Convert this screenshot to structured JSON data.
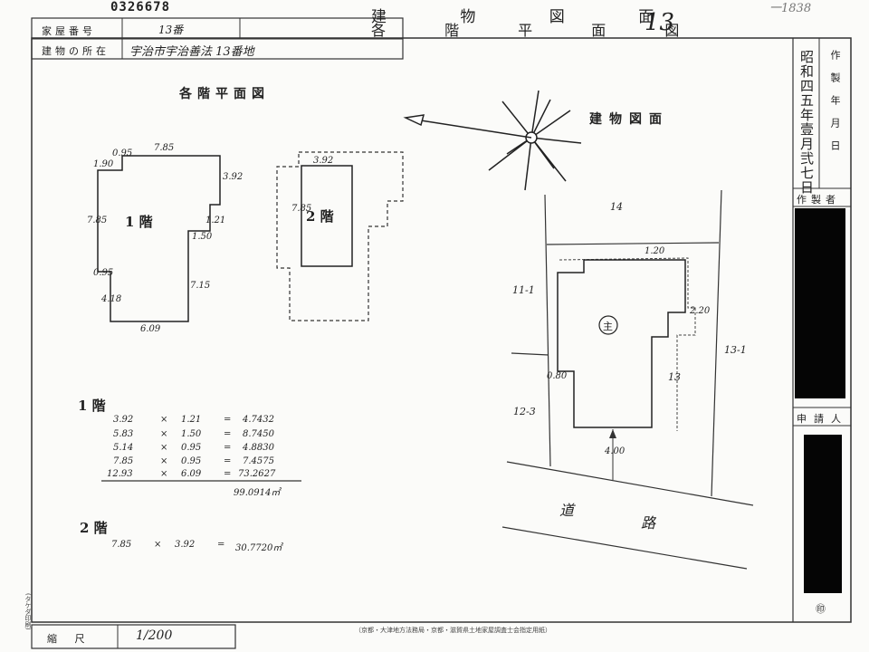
{
  "serial_number": "0326678",
  "top_right_number": "13",
  "corner_stamp": "一1838",
  "title": {
    "line1": "建 物 図 面",
    "line2": "各 階 平 面 図"
  },
  "header_table": {
    "house_number_label": "家屋番号",
    "house_number_value": "13番",
    "location_label": "建物の所在",
    "location_value": "宇治市宇治善法 13番地"
  },
  "floor_plan": {
    "heading": "各階平面図",
    "floor1_label": "1 階",
    "floor2_label": "2 階",
    "floor1_dims": [
      "7.85",
      "1.90",
      "0.95",
      "3.92",
      "7.85",
      "1.21",
      "1.50",
      "0.95",
      "4.18",
      "7.15",
      "6.09"
    ],
    "floor2_dims": [
      "3.92",
      "7.85"
    ]
  },
  "building_drawing": {
    "heading": "建物図面",
    "parcels": [
      "14",
      "11-1",
      "13-1",
      "12-3",
      "13"
    ],
    "dims": [
      "1.20",
      "2.20",
      "0.80",
      "4.00"
    ],
    "main_symbol": "主",
    "road_chars": [
      "道",
      "路"
    ]
  },
  "area_calc": {
    "floor1_label": "1 階",
    "floor1_rows": [
      {
        "a": "3.92",
        "op": "×",
        "b": "1.21",
        "eq": "=",
        "r": "4.7432"
      },
      {
        "a": "5.83",
        "op": "×",
        "b": "1.50",
        "eq": "=",
        "r": "8.7450"
      },
      {
        "a": "5.14",
        "op": "×",
        "b": "0.95",
        "eq": "=",
        "r": "4.8830"
      },
      {
        "a": "7.85",
        "op": "×",
        "b": "0.95",
        "eq": "=",
        "r": "7.4575"
      },
      {
        "a": "12.93",
        "op": "×",
        "b": "6.09",
        "eq": "=",
        "r": "73.2627"
      }
    ],
    "floor1_total": "99.0914㎡",
    "floor2_label": "2 階",
    "floor2_row": {
      "a": "7.85",
      "op": "×",
      "b": "3.92",
      "eq": "=",
      "r": "30.7720㎡"
    }
  },
  "side_panel": {
    "date_label": "作製年月日",
    "date_value": "昭和四五年壹月弐七日",
    "author_label": "作製者",
    "applicant_label": "申請人",
    "seal_label": "㊞"
  },
  "scale": {
    "label": "縮 尺",
    "value": "1/200"
  },
  "footer": {
    "note": "（京都・大津地方法務局・京都・滋賀県土地家屋調査士会指定用紙）",
    "side_stamp": "(タケダ印刷)"
  }
}
